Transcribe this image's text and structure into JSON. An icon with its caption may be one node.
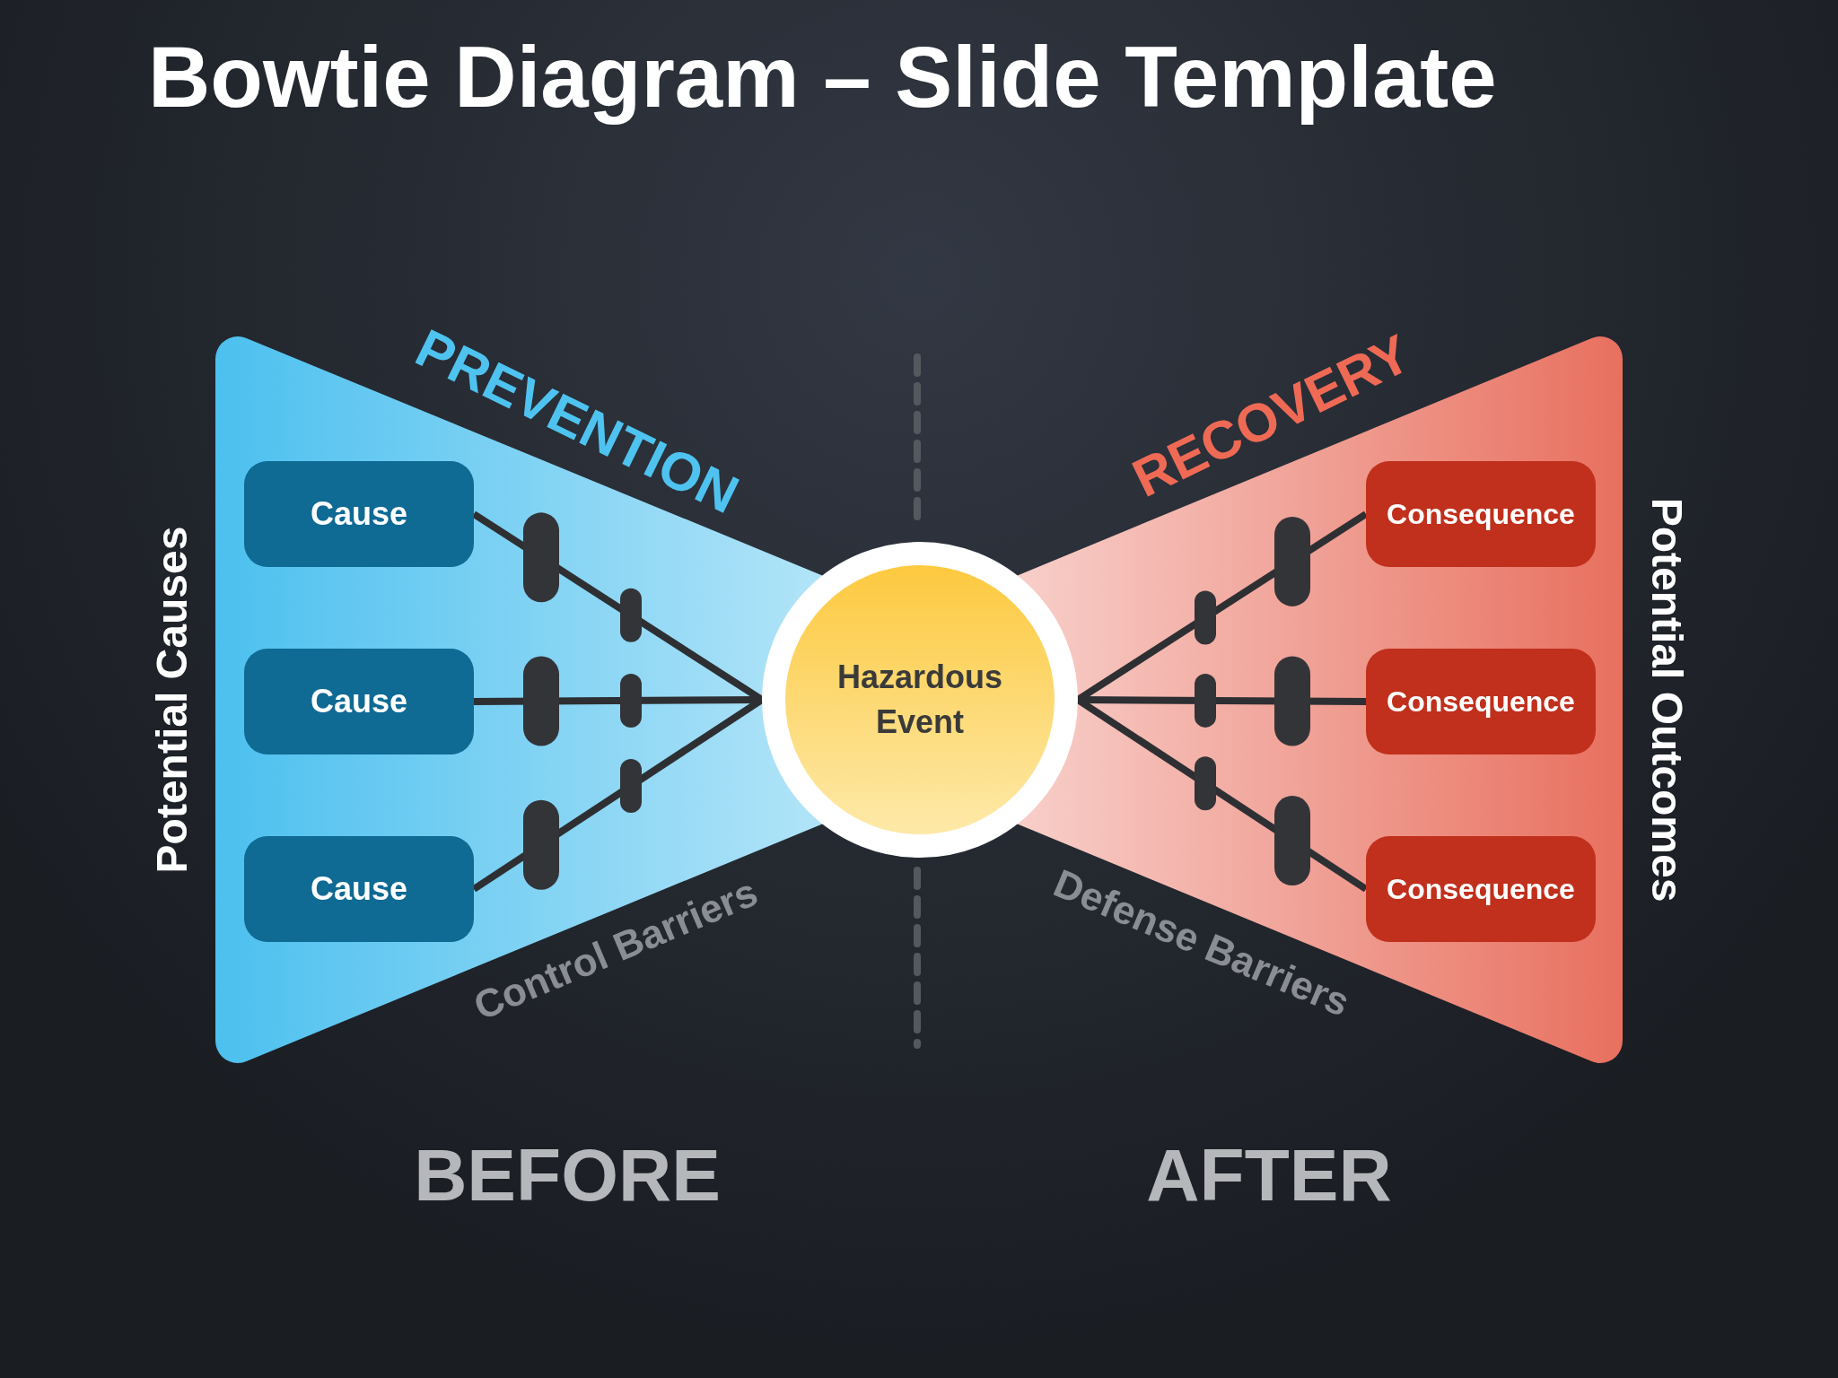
{
  "diagram": {
    "title": "Bowtie Diagram – Slide Template",
    "nodes": [
      {
        "text": [
          "Cause"
        ]
      },
      {
        "text": [
          "Cause"
        ]
      },
      {
        "text": [
          "Cause"
        ]
      },
      {
        "text": [
          "Hazardous Event"
        ]
      },
      {
        "text": [
          "Consequence"
        ]
      },
      {
        "text": [
          "Consequence"
        ]
      },
      {
        "text": [
          "Consequence"
        ]
      }
    ],
    "edges": [
      {
        "from": 0,
        "to": 3,
        "arrow": "none"
      },
      {
        "from": 1,
        "to": 3,
        "arrow": "none"
      },
      {
        "from": 2,
        "to": 3,
        "arrow": "none"
      },
      {
        "from": 3,
        "to": 4,
        "arrow": "none"
      },
      {
        "from": 3,
        "to": 5,
        "arrow": "none"
      },
      {
        "from": 3,
        "to": 6,
        "arrow": "none"
      }
    ],
    "labels": [
      "PREVENTION",
      "RECOVERY",
      "Potential Causes",
      "Potential Outcomes",
      "Control Barriers",
      "Defense Barriers",
      "BEFORE",
      "AFTER"
    ]
  }
}
